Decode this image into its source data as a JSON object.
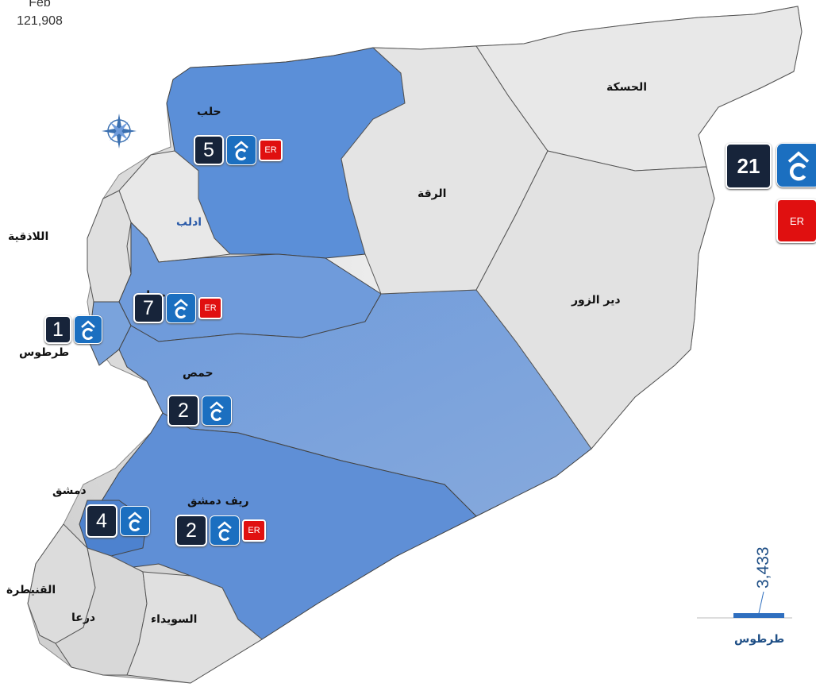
{
  "header": {
    "month": "Feb",
    "total": "121,908"
  },
  "map": {
    "colors": {
      "highlight_dark": "#5b8fd8",
      "highlight_light": "#7ea4d8",
      "land": "#e6e6e6",
      "border": "#555555"
    },
    "labels": {
      "aleppo": "حلب",
      "idlib": "ادلب",
      "latakia": "اللاذقية",
      "hama": "حماه",
      "tartus": "طرطوس",
      "homs": "حمص",
      "raqqa": "الرقة",
      "hasakah": "الحسكة",
      "deir_ez_zor": "دير الزور",
      "damascus": "دمشق",
      "rif_dimashq": "ريف دمشق",
      "quneitra": "القنيطرة",
      "daraa": "درعا",
      "suwayda": "السويداء"
    },
    "counts": {
      "aleppo": "5",
      "hama": "7",
      "tartus": "1",
      "homs": "2",
      "damascus": "4",
      "rif_dimashq": "2",
      "hasakah_side": "21"
    },
    "er_label": "ER"
  },
  "side_chart": {
    "chart_data": {
      "type": "bar",
      "categories": [
        "طرطوس"
      ],
      "values": [
        3433
      ],
      "value_labels": [
        "3,433"
      ]
    }
  }
}
